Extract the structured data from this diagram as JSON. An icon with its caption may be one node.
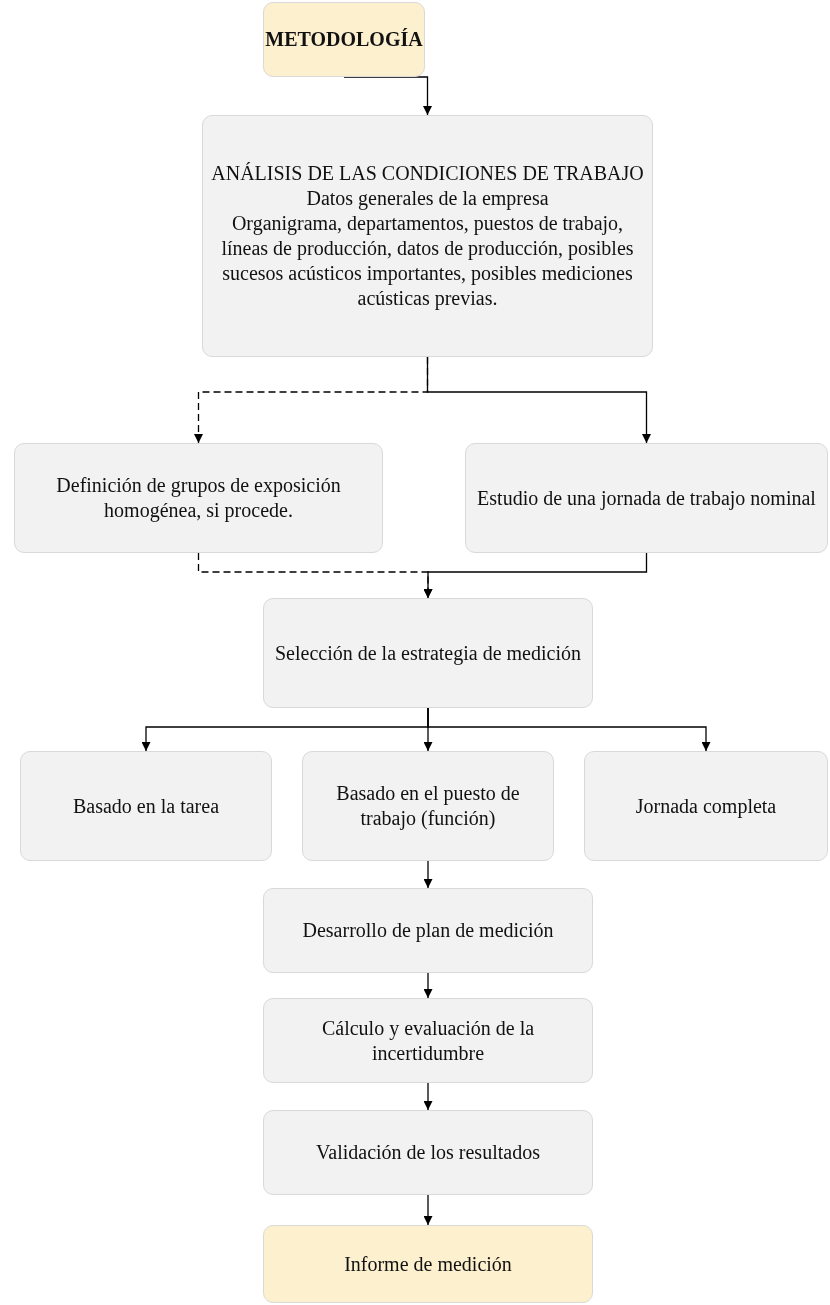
{
  "diagram": {
    "nodes": [
      {
        "text": [
          "METODOLOGÍA"
        ]
      },
      {
        "text": [
          "ANÁLISIS DE LAS CONDICIONES DE TRABAJO",
          "Datos generales de la empresa",
          "Organigrama, departamentos, puestos de trabajo, líneas de producción, datos de producción, posibles sucesos acústicos importantes, posibles mediciones acústicas previas."
        ]
      },
      {
        "text": [
          "Definición de grupos de exposición homogénea, si procede."
        ]
      },
      {
        "text": [
          "Estudio de una jornada de trabajo nominal"
        ]
      },
      {
        "text": [
          "Selección de la estrategia de medición"
        ]
      },
      {
        "text": [
          "Basado en la tarea"
        ]
      },
      {
        "text": [
          "Basado en el puesto de trabajo (función)"
        ]
      },
      {
        "text": [
          "Jornada completa"
        ]
      },
      {
        "text": [
          "Desarrollo de plan de medición"
        ]
      },
      {
        "text": [
          "Cálculo y evaluación de la incertidumbre"
        ]
      },
      {
        "text": [
          "Validación de los resultados"
        ]
      },
      {
        "text": [
          "Informe de medición"
        ]
      }
    ],
    "edges": [
      {
        "from": 0,
        "to": 1,
        "arrow": "to"
      },
      {
        "from": 1,
        "to": 2,
        "arrow": "to",
        "style": "dashed"
      },
      {
        "from": 1,
        "to": 3,
        "arrow": "to"
      },
      {
        "from": 2,
        "to": 4,
        "arrow": "to",
        "style": "dashed"
      },
      {
        "from": 3,
        "to": 4,
        "arrow": "to"
      },
      {
        "from": 4,
        "to": 5,
        "arrow": "to"
      },
      {
        "from": 4,
        "to": 6,
        "arrow": "to"
      },
      {
        "from": 4,
        "to": 7,
        "arrow": "to"
      },
      {
        "from": 6,
        "to": 8,
        "arrow": "to"
      },
      {
        "from": 8,
        "to": 9,
        "arrow": "to"
      },
      {
        "from": 9,
        "to": 10,
        "arrow": "to"
      },
      {
        "from": 10,
        "to": 11,
        "arrow": "to"
      }
    ]
  }
}
